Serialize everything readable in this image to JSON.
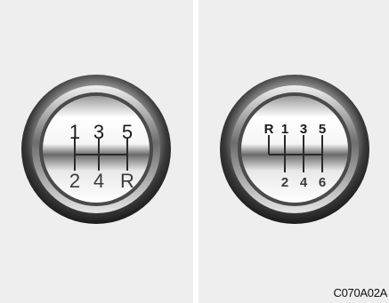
{
  "left_knob": {
    "top_row": [
      "1",
      "3",
      "5"
    ],
    "bottom_row": [
      "2",
      "4",
      "R"
    ]
  },
  "right_knob": {
    "top_row": [
      "R",
      "1",
      "3",
      "5"
    ],
    "bottom_row": [
      "2",
      "4",
      "6"
    ]
  },
  "caption": "C070A02A"
}
